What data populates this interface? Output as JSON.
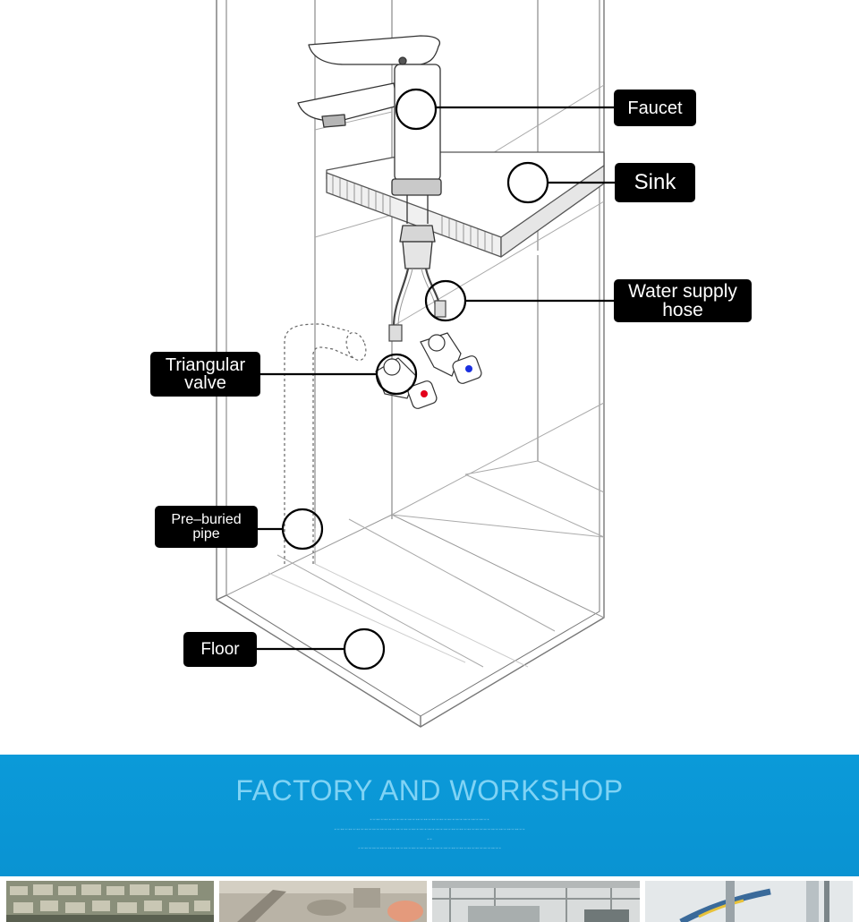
{
  "callouts": {
    "faucet": "Faucet",
    "sink": "Sink",
    "hose_line1": "Water supply",
    "hose_line2": "hose",
    "valve_line1": "Triangular",
    "valve_line2": "valve",
    "pipe_line1": "Pre–buried",
    "pipe_line2": "pipe",
    "floor": "Floor"
  },
  "banner": {
    "title": "FACTORY AND WORKSHOP",
    "background": "#0b9ad9"
  },
  "gallery": {
    "photos": [
      "factory-photo-1",
      "factory-photo-2",
      "factory-photo-3",
      "factory-photo-4"
    ]
  },
  "colors": {
    "hot_handle": "#e3001b",
    "cold_handle": "#1a2fe0",
    "label_bg": "#000000"
  }
}
